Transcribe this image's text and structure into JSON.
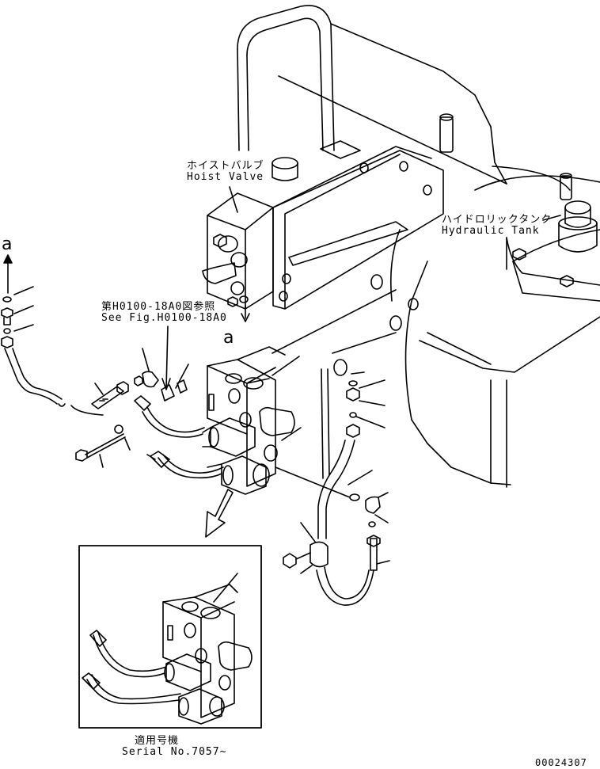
{
  "labels": {
    "hoist_valve_jp": "ホイストバルブ",
    "hoist_valve_en": "Hoist Valve",
    "hydraulic_tank_jp": "ハイドロリックタンク",
    "hydraulic_tank_en": "Hydraulic Tank",
    "see_fig_jp": "第H0100-18A0図参照",
    "see_fig_en": "See Fig.H0100-18A0",
    "serial_jp": "適用号機",
    "serial_en": "Serial No.7057~",
    "ref_a_top": "a",
    "ref_a_mid": "a",
    "drawing_number": "00024307"
  }
}
